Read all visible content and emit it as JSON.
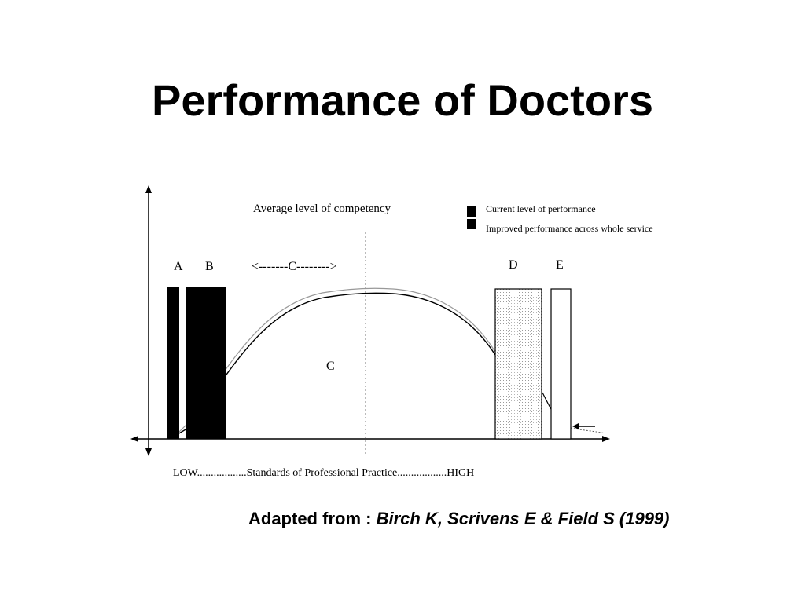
{
  "title": "Performance of Doctors",
  "diagram": {
    "avg_competency_label": "Average level of competency",
    "legend": [
      {
        "label": "Current level of performance",
        "swatch": "#000000"
      },
      {
        "label": "Improved performance across whole service",
        "swatch": "#000000"
      }
    ],
    "group_labels": {
      "a": "A",
      "b": "B",
      "c_range": "<-------C-------->",
      "d": "D",
      "e": "E",
      "c_center": "C"
    },
    "x_axis_label": "LOW..................Standards of Professional Practice..................HIGH"
  },
  "citation": {
    "prefix": "Adapted from :",
    "source": "Birch K, Scrivens E & Field S (1999)"
  }
}
